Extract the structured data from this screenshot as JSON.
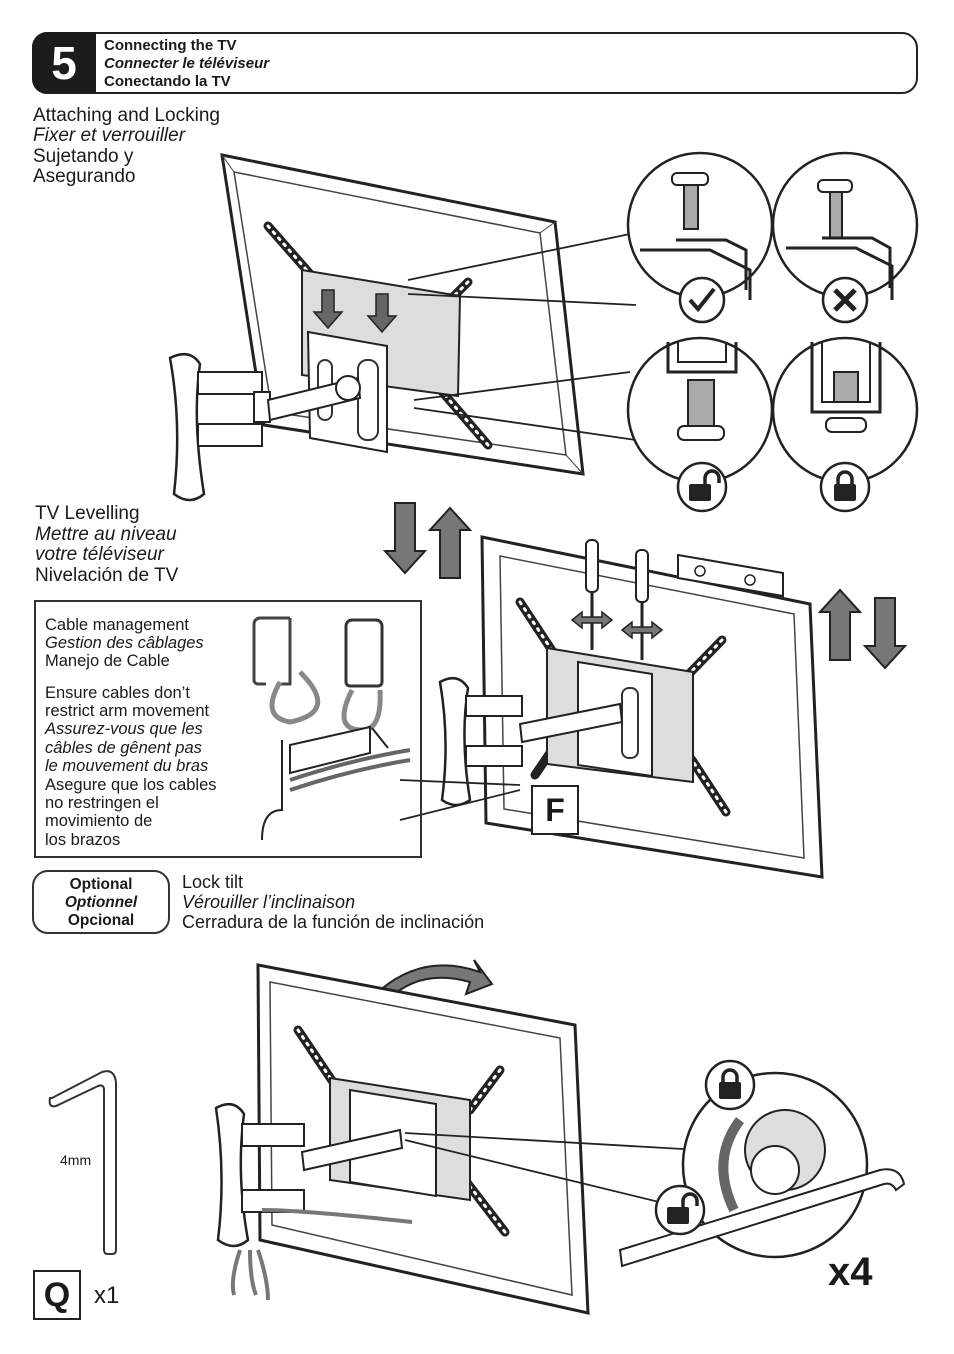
{
  "step": {
    "number": "5",
    "title_en": "Connecting the TV",
    "title_fr": "Connecter le téléviseur",
    "title_es": "Conectando la TV"
  },
  "attach": {
    "en": "Attaching and Locking",
    "fr": "Fixer et verrouiller",
    "es1": "Sujetando y",
    "es2": "Asegurando"
  },
  "levelling": {
    "en": "TV Levelling",
    "fr1": "Mettre au niveau",
    "fr2": "votre téléviseur",
    "es": "Nivelación de TV"
  },
  "cable": {
    "title_en": "Cable management",
    "title_fr": "Gestion des câblages",
    "title_es": "Manejo de Cable",
    "en1": "Ensure cables don’t",
    "en2": "restrict arm movement",
    "fr1": "Assurez-vous que les",
    "fr2": "câbles de gênent pas",
    "fr3": "le mouvement du bras",
    "es1": "Asegure que los cables",
    "es2": "no restringen el",
    "es3": "movimiento de",
    "es4": "los brazos"
  },
  "optional": {
    "en": "Optional",
    "fr": "Optionnel",
    "es": "Opcional"
  },
  "lock_tilt": {
    "en": "Lock tilt",
    "fr": "Vérouiller l’inclinaison",
    "es": "Cerradura de la función de inclinación"
  },
  "part_f": "F",
  "part_q": "Q",
  "qty_q": "x1",
  "hex_key_size": "4mm",
  "qty_x4": "x4"
}
